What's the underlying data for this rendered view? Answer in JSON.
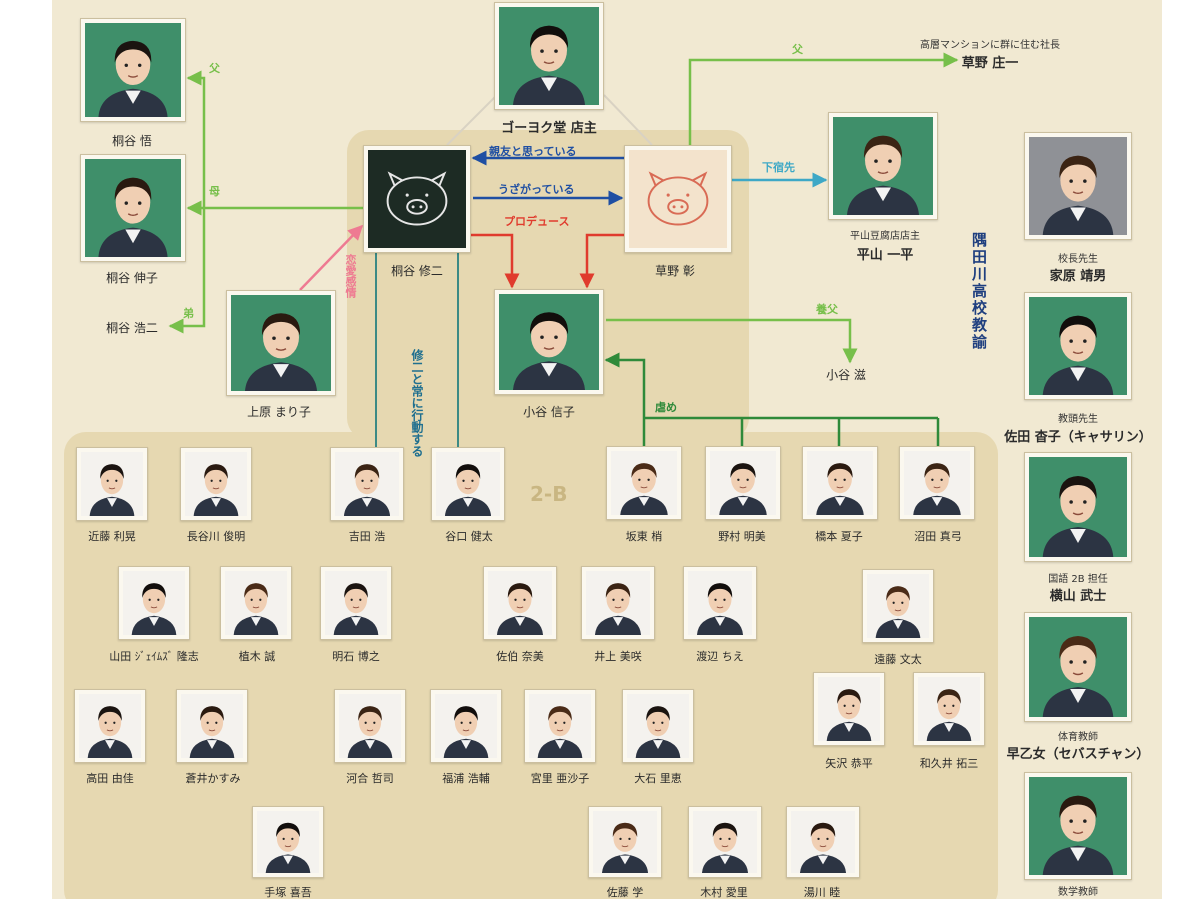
{
  "class_label": "2-B",
  "faculty_label": "隅田川高校教諭",
  "colors": {
    "background": "#f1e9d2",
    "panel": "#e6d8b1",
    "green": "#77bf4a",
    "blue": "#1f4fa3",
    "red": "#e03b2d",
    "cyan": "#3ea8c6",
    "pink": "#ee7a92",
    "teal": "#3c8a85",
    "darkgreen": "#2f8a3a"
  },
  "characters": {
    "kiritani_satoru": {
      "name": "桐谷 悟"
    },
    "kiritani_nobuko": {
      "name": "桐谷 伸子"
    },
    "kiritani_koji": {
      "name": "桐谷 浩二"
    },
    "goyoku_owner": {
      "name": "ゴーヨク堂 店主"
    },
    "kiritani_shuji": {
      "name": "桐谷 修二"
    },
    "kusano_akira": {
      "name": "草野 彰"
    },
    "kusano_shoichi": {
      "role": "高層マンションに群に住む社長",
      "name": "草野 庄一"
    },
    "hirayama_ippei": {
      "role": "平山豆腐店店主",
      "name": "平山 一平"
    },
    "uehara_mariko": {
      "name": "上原 まり子"
    },
    "kotani_nobuko": {
      "name": "小谷 信子"
    },
    "kotani_shigeru": {
      "name": "小谷 滋"
    },
    "kahara": {
      "role": "校長先生",
      "name": "家原 靖男"
    },
    "sada": {
      "role": "教頭先生",
      "name": "佐田 杳子（キャサリン）"
    },
    "yokoyama": {
      "role": "国語 2B 担任",
      "name": "横山 武士"
    },
    "saotome": {
      "role": "体育教師",
      "name": "早乙女（セバスチャン）"
    },
    "math_teacher": {
      "role": "数学教師"
    }
  },
  "relations": {
    "father_top": "父",
    "father_left": "父",
    "mother": "母",
    "brother": "弟",
    "shinyu": "親友と思っている",
    "uzagatte": "うざがっている",
    "produce": "プロデュース",
    "geshuku": "下宿先",
    "gifu": "養父",
    "ijime": "虐め",
    "renai": "恋愛感情",
    "always": "修二と常に行動する"
  },
  "students": [
    {
      "id": "kondo",
      "name": "近藤 利晃"
    },
    {
      "id": "hasegawa",
      "name": "長谷川 俊明"
    },
    {
      "id": "yoshida",
      "name": "吉田 浩"
    },
    {
      "id": "taniguchi",
      "name": "谷口 健太"
    },
    {
      "id": "bando",
      "name": "坂東 梢"
    },
    {
      "id": "nomura",
      "name": "野村 明美"
    },
    {
      "id": "hashimoto",
      "name": "橋本 夏子"
    },
    {
      "id": "numata",
      "name": "沼田 真弓"
    },
    {
      "id": "yamada",
      "name": "山田 ｼﾞｪｲﾑｽﾞ 隆志"
    },
    {
      "id": "ueki",
      "name": "植木 誠"
    },
    {
      "id": "akashi",
      "name": "明石 博之"
    },
    {
      "id": "saeki",
      "name": "佐伯 奈美"
    },
    {
      "id": "inoue",
      "name": "井上 美咲"
    },
    {
      "id": "watanabe",
      "name": "渡辺 ちえ"
    },
    {
      "id": "endo",
      "name": "遠藤 文太"
    },
    {
      "id": "takada",
      "name": "高田 由佳"
    },
    {
      "id": "aoi",
      "name": "蒼井かすみ"
    },
    {
      "id": "kawai",
      "name": "河合 哲司"
    },
    {
      "id": "fukuura",
      "name": "福浦 浩輔"
    },
    {
      "id": "miyazato",
      "name": "宮里 亜沙子"
    },
    {
      "id": "oishi",
      "name": "大石 里恵"
    },
    {
      "id": "yazawa",
      "name": "矢沢 恭平"
    },
    {
      "id": "wakui",
      "name": "和久井 拓三"
    },
    {
      "id": "tezuka",
      "name": "手塚 喜吾"
    },
    {
      "id": "sato",
      "name": "佐藤 学"
    },
    {
      "id": "kimura",
      "name": "木村 愛里"
    },
    {
      "id": "yukawa",
      "name": "湯川 睦"
    }
  ]
}
